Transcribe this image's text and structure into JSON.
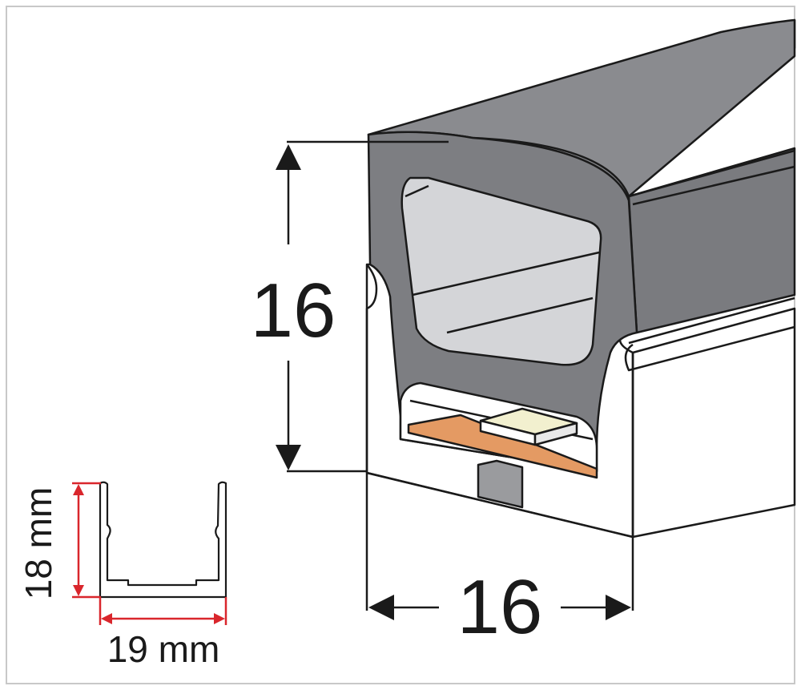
{
  "dimensions": {
    "height_label": "16",
    "width_label": "16",
    "channel_height_label": "18 mm",
    "channel_width_label": "19 mm"
  },
  "colors": {
    "silicone_dark": "#7d7e82",
    "silicone_mid": "#8e8f93",
    "window_light": "#d4d5d8",
    "pcb_orange": "#e49a63",
    "led_chip": "#f2f0cf",
    "dimension_red": "#d9262c",
    "outline": "#1a1a1a"
  }
}
